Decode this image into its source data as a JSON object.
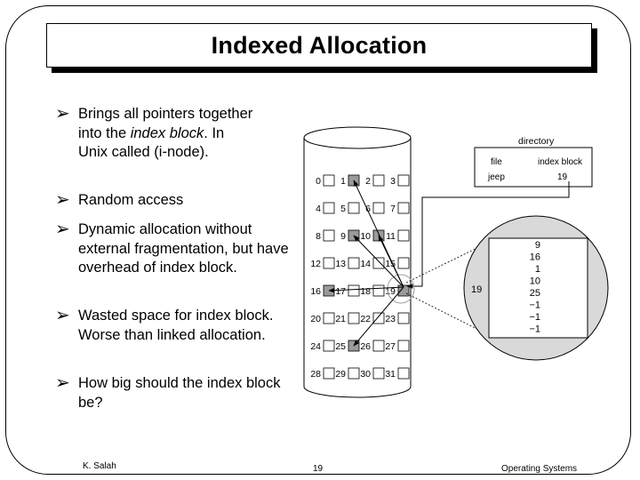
{
  "title": "Indexed Allocation",
  "bullets": [
    {
      "segments": [
        {
          "t": "Brings all pointers together into the ",
          "i": false
        },
        {
          "t": "index block",
          "i": true
        },
        {
          "t": ".  In Unix called (i-node).",
          "i": false
        }
      ]
    },
    {
      "segments": [
        {
          "t": "Random access",
          "i": false
        }
      ]
    },
    {
      "segments": [
        {
          "t": "Dynamic allocation without external fragmentation, but have overhead of index block.",
          "i": false
        }
      ]
    },
    {
      "segments": [
        {
          "t": "Wasted space for index block.  Worse than linked allocation.",
          "i": false
        }
      ]
    },
    {
      "segments": [
        {
          "t": "How big should the index block be?",
          "i": false
        }
      ]
    }
  ],
  "directory": {
    "title": "directory",
    "col_file": "file",
    "col_index": "index block",
    "file_name": "jeep",
    "index_value": "19"
  },
  "index_block": {
    "label": "19",
    "entries": [
      "9",
      "16",
      "1",
      "10",
      "25",
      "−1",
      "−1",
      "−1"
    ]
  },
  "disk": {
    "blocks": [
      "0",
      "1",
      "2",
      "3",
      "4",
      "5",
      "6",
      "7",
      "8",
      "9",
      "10",
      "11",
      "12",
      "13",
      "14",
      "15",
      "16",
      "17",
      "18",
      "19",
      "20",
      "21",
      "22",
      "23",
      "24",
      "25",
      "26",
      "27",
      "28",
      "29",
      "30",
      "31"
    ],
    "filled_blocks": [
      1,
      9,
      10,
      16,
      19,
      25
    ]
  },
  "footer": {
    "author": "K. Salah",
    "page": "19",
    "course": "Operating Systems"
  }
}
